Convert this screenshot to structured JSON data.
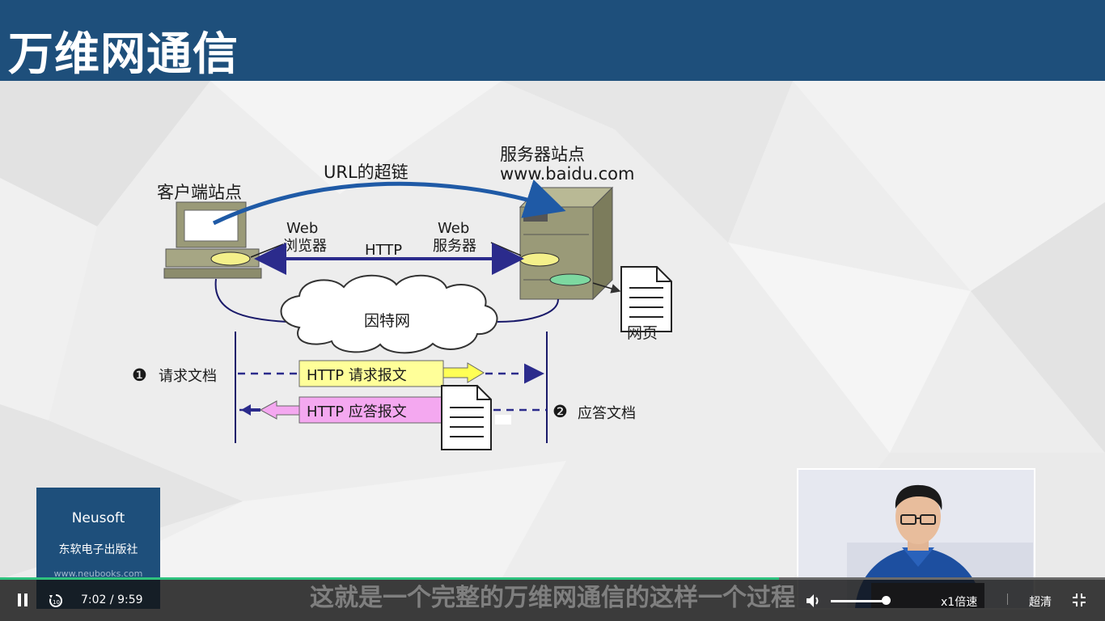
{
  "slide": {
    "title": "万维网通信",
    "diagram": {
      "client_label": "客户端站点",
      "server_label": "服务器站点",
      "server_domain": "www.baidu.com",
      "url_link_label": "URL的超链",
      "browser_label_1": "Web",
      "browser_label_2": "浏览器",
      "server_sw_label_1": "Web",
      "server_sw_label_2": "服务器",
      "http_label": "HTTP",
      "internet_label": "因特网",
      "webpage_label": "网页",
      "step1_number": "❶",
      "step1_label": "请求文档",
      "request_box": "HTTP 请求报文",
      "response_box": "HTTP 应答报文",
      "step2_number": "❷",
      "step2_label": "应答文档"
    },
    "colors": {
      "title_bar": "#1e4f7b",
      "arrow_blue": "#1f5aa6",
      "http_arrow": "#2b2b8c",
      "request_fill": "#ffff99",
      "response_fill": "#f4a8f0",
      "computer": "#9a9a78"
    }
  },
  "brand": {
    "name": "Neusoft",
    "publisher": "东软电子出版社",
    "website": "www.neubooks.com"
  },
  "player": {
    "subtitle": "这就是一个完整的万维网通信的这样一个过程",
    "current_time": "7:02",
    "time_separator": "/",
    "total_time": "9:59",
    "progress": 0.705,
    "volume": 0.95,
    "speed_label": "x1倍速",
    "quality_label": "超清",
    "icons": {
      "play_pause": "pause-icon",
      "replay": "replay-10-icon",
      "volume": "volume-icon",
      "fullscreen": "exit-fullscreen-icon"
    }
  }
}
